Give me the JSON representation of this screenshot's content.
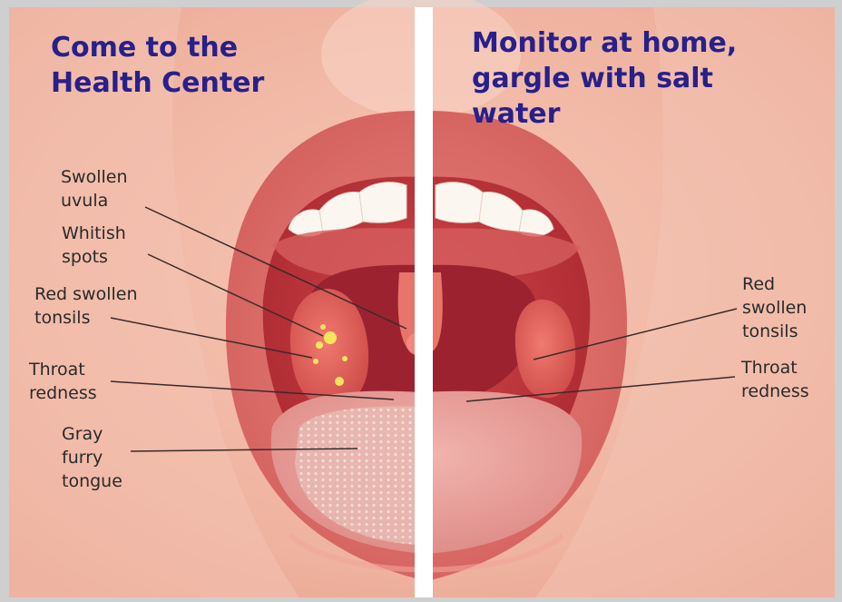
{
  "left_panel": {
    "heading": "Come to the\nHealth Center",
    "labels": {
      "swollen_uvula": "Swollen\nuvula",
      "whitish_spots": "Whitish\nspots",
      "red_swollen_tonsils": "Red swollen\ntonsils",
      "throat_redness": "Throat\nredness",
      "gray_furry_tongue": "Gray\nfurry\ntongue"
    }
  },
  "right_panel": {
    "heading": "Monitor at home,\ngargle with salt\nwater",
    "labels": {
      "red_swollen_tonsils": "Red\nswollen\ntonsils",
      "throat_redness": "Throat\nredness"
    }
  },
  "colors": {
    "heading": "#28208a",
    "label_text": "#2a2a2a",
    "skin": "#f2b9a6",
    "lips": "#dc6d68",
    "throat": "#b8323a",
    "divider": "#ffffff"
  }
}
